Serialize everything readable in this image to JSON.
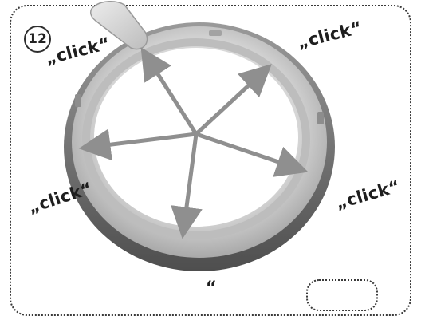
{
  "step": {
    "number": "12"
  },
  "labels": {
    "click": "„click“"
  },
  "partial_label": "“",
  "illustration": {
    "subject": "ring-seal",
    "arrow_color": "#8f8f8f",
    "ring_outer_color": "#6b6b6b",
    "ring_inner_color": "#dcdcdc"
  }
}
